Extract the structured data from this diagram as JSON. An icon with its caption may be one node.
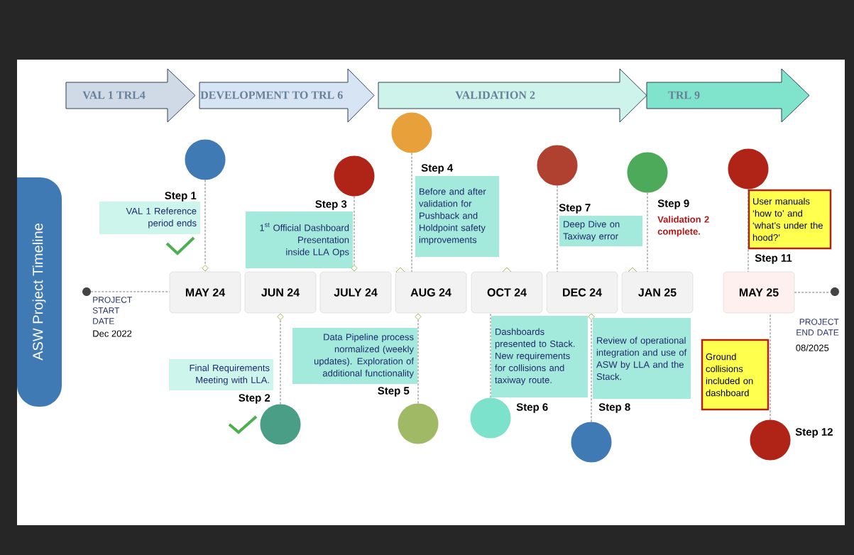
{
  "diagram": {
    "nodes": [
      {
        "text": [
          "VAL 1 TRL4"
        ]
      },
      {
        "text": [
          "DEVELOPMENT  TO TRL 6"
        ]
      },
      {
        "text": [
          "VALIDATION 2"
        ]
      },
      {
        "text": [
          "TRL 9"
        ]
      },
      {
        "text": [
          "ASW Project  Timeline"
        ]
      },
      {
        "text": [],
        "shape": "circle",
        "beside": [
          "PROJECT START DATE",
          "Dec 2022"
        ]
      },
      {
        "text": [
          "MAY 24"
        ]
      },
      {
        "text": [
          "JUN 24"
        ]
      },
      {
        "text": [
          "JULY 24"
        ]
      },
      {
        "text": [
          "AUG 24"
        ]
      },
      {
        "text": [
          "OCT 24"
        ]
      },
      {
        "text": [
          "DEC 24"
        ]
      },
      {
        "text": [
          "JAN 25"
        ]
      },
      {
        "text": [
          "MAY 25"
        ]
      },
      {
        "text": [],
        "shape": "circle"
      },
      {
        "text": [],
        "shape": "circle"
      },
      {
        "text": [],
        "shape": "circle"
      },
      {
        "text": [],
        "shape": "circle"
      },
      {
        "text": [],
        "shape": "circle"
      },
      {
        "text": [],
        "shape": "circle"
      },
      {
        "text": [],
        "shape": "circle"
      },
      {
        "text": [],
        "shape": "circle"
      },
      {
        "text": [],
        "shape": "circle"
      },
      {
        "text": [],
        "shape": "circle",
        "beside": [
          "Step 9",
          "Validation 2 complete."
        ]
      },
      {
        "text": [],
        "shape": "circle"
      },
      {
        "text": [],
        "shape": "circle",
        "beside": [
          "Step 12"
        ]
      },
      {
        "text": [
          "Step 1",
          "VAL 1 Reference period ends"
        ]
      },
      {
        "text": [
          "Final Requirements Meeting with LLA.",
          "Step 2"
        ]
      },
      {
        "text": [
          "Step 3",
          "\\text{1}^{\\text{st}}\\ \\text{Official}\\allowbreak\\ \\text{Dashboard}\\allowbreak\\ \\text{Presentation}\\allowbreak\\ \\text{inside}\\allowbreak\\ \\text{LLA}\\allowbreak\\ \\text{Ops}"
        ]
      },
      {
        "text": [
          "Step 4",
          "Before and after validation for Pushback and Holdpoint safety improvements"
        ]
      },
      {
        "text": [
          "Data Pipeline process normalized (weekly updates). Exploration of additional functionality",
          "Step 5"
        ]
      },
      {
        "text": [
          "Dashboards presented to Stack. New requirements for collisions and taxiway route.",
          "Step 6"
        ]
      },
      {
        "text": [
          "Step 7",
          "Deep Dive on Taxiway error"
        ]
      },
      {
        "text": [
          "Review of operational integration and use of ASW by LLA and the Stack.",
          "Step 8"
        ]
      },
      {
        "text": [
          "User manuals ‘how to’ and ‘what’s under the hood?’",
          "Step 11"
        ]
      },
      {
        "text": [
          "Ground collisions included on dashboard"
        ]
      }
    ],
    "edges": [
      {
        "from": 5,
        "to": 6,
        "arrow": "none"
      },
      {
        "from": 15,
        "to": 6,
        "arrow": "other"
      },
      {
        "from": 16,
        "to": 7,
        "arrow": "other"
      },
      {
        "from": 17,
        "to": 8,
        "arrow": "other"
      },
      {
        "from": 18,
        "to": 9,
        "arrow": "none"
      },
      {
        "from": 19,
        "to": 9,
        "arrow": "other"
      },
      {
        "from": 20,
        "to": 10,
        "arrow": "none"
      },
      {
        "from": 21,
        "to": 11,
        "arrow": "none"
      },
      {
        "from": 22,
        "to": 11,
        "arrow": "other"
      },
      {
        "from": 23,
        "to": 12,
        "arrow": "none"
      },
      {
        "from": 24,
        "to": 13,
        "arrow": "none"
      },
      {
        "from": 25,
        "to": 13,
        "arrow": "none"
      },
      {
        "from": 13,
        "to": 14,
        "arrow": "none"
      }
    ],
    "labels": [
      "PROJECT END DATE",
      "08/2025"
    ]
  }
}
